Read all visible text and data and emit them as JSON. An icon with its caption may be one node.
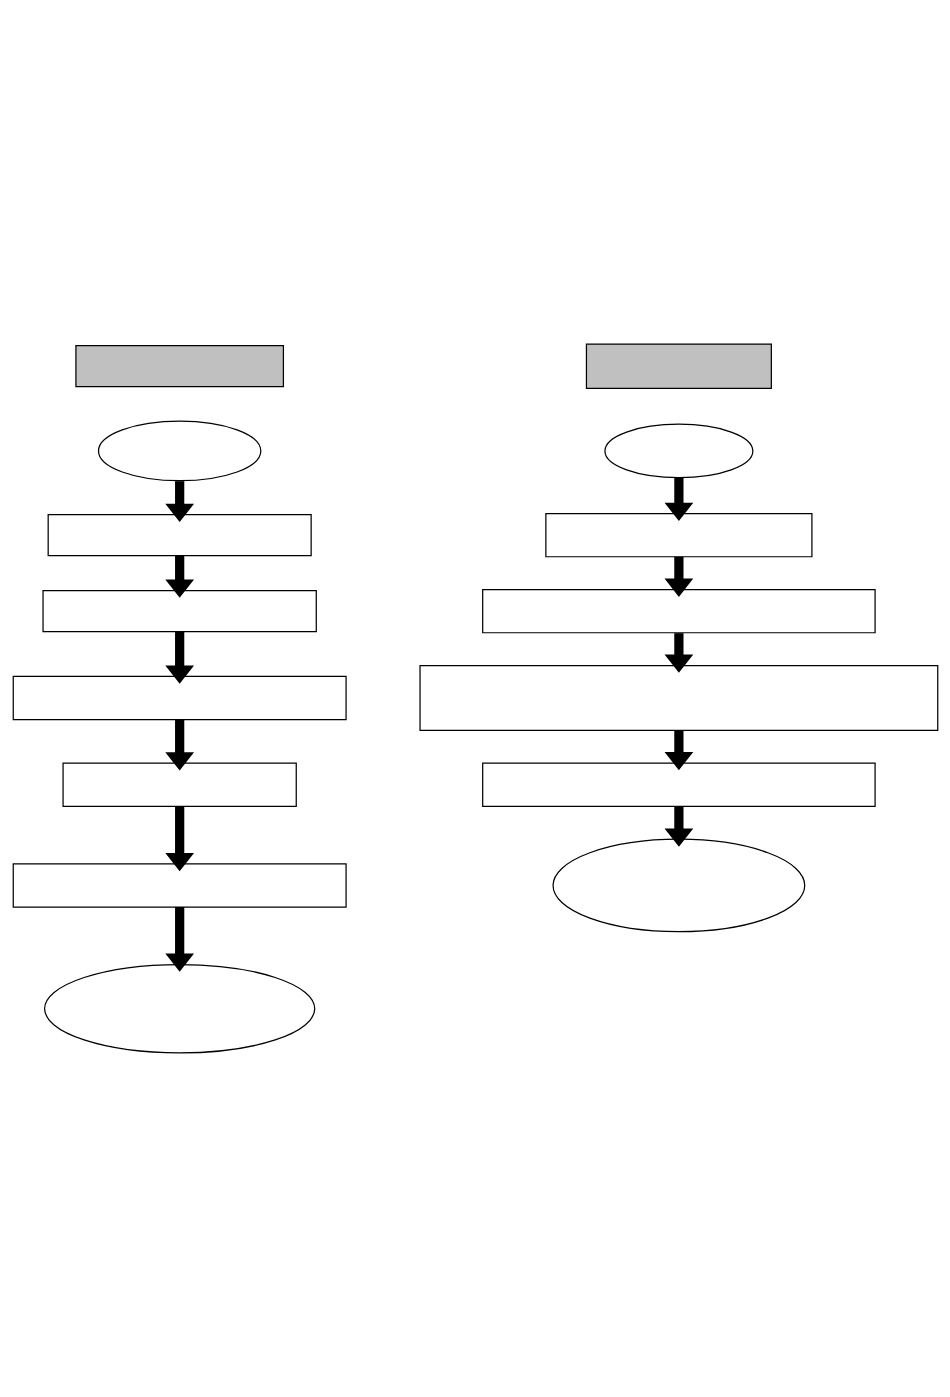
{
  "diagram": {
    "nodes": [
      {
        "text": [],
        "shape": "box"
      },
      {
        "text": [],
        "shape": "ellipse"
      },
      {
        "text": [],
        "shape": "box"
      },
      {
        "text": [],
        "shape": "box"
      },
      {
        "text": [],
        "shape": "box"
      },
      {
        "text": [],
        "shape": "box"
      },
      {
        "text": [],
        "shape": "box"
      },
      {
        "text": [],
        "shape": "ellipse"
      },
      {
        "text": [],
        "shape": "box"
      },
      {
        "text": [],
        "shape": "ellipse"
      },
      {
        "text": [],
        "shape": "box"
      },
      {
        "text": [],
        "shape": "box"
      },
      {
        "text": [],
        "shape": "box"
      },
      {
        "text": [],
        "shape": "box"
      },
      {
        "text": [],
        "shape": "ellipse"
      }
    ],
    "edges": [
      {
        "from": 1,
        "to": 2,
        "arrow": "to"
      },
      {
        "from": 2,
        "to": 3,
        "arrow": "to"
      },
      {
        "from": 3,
        "to": 4,
        "arrow": "to"
      },
      {
        "from": 4,
        "to": 5,
        "arrow": "to"
      },
      {
        "from": 5,
        "to": 6,
        "arrow": "to"
      },
      {
        "from": 6,
        "to": 7,
        "arrow": "to"
      },
      {
        "from": 9,
        "to": 10,
        "arrow": "to"
      },
      {
        "from": 10,
        "to": 11,
        "arrow": "to"
      },
      {
        "from": 11,
        "to": 12,
        "arrow": "to"
      },
      {
        "from": 12,
        "to": 13,
        "arrow": "to"
      },
      {
        "from": 13,
        "to": 14,
        "arrow": "to"
      }
    ]
  }
}
